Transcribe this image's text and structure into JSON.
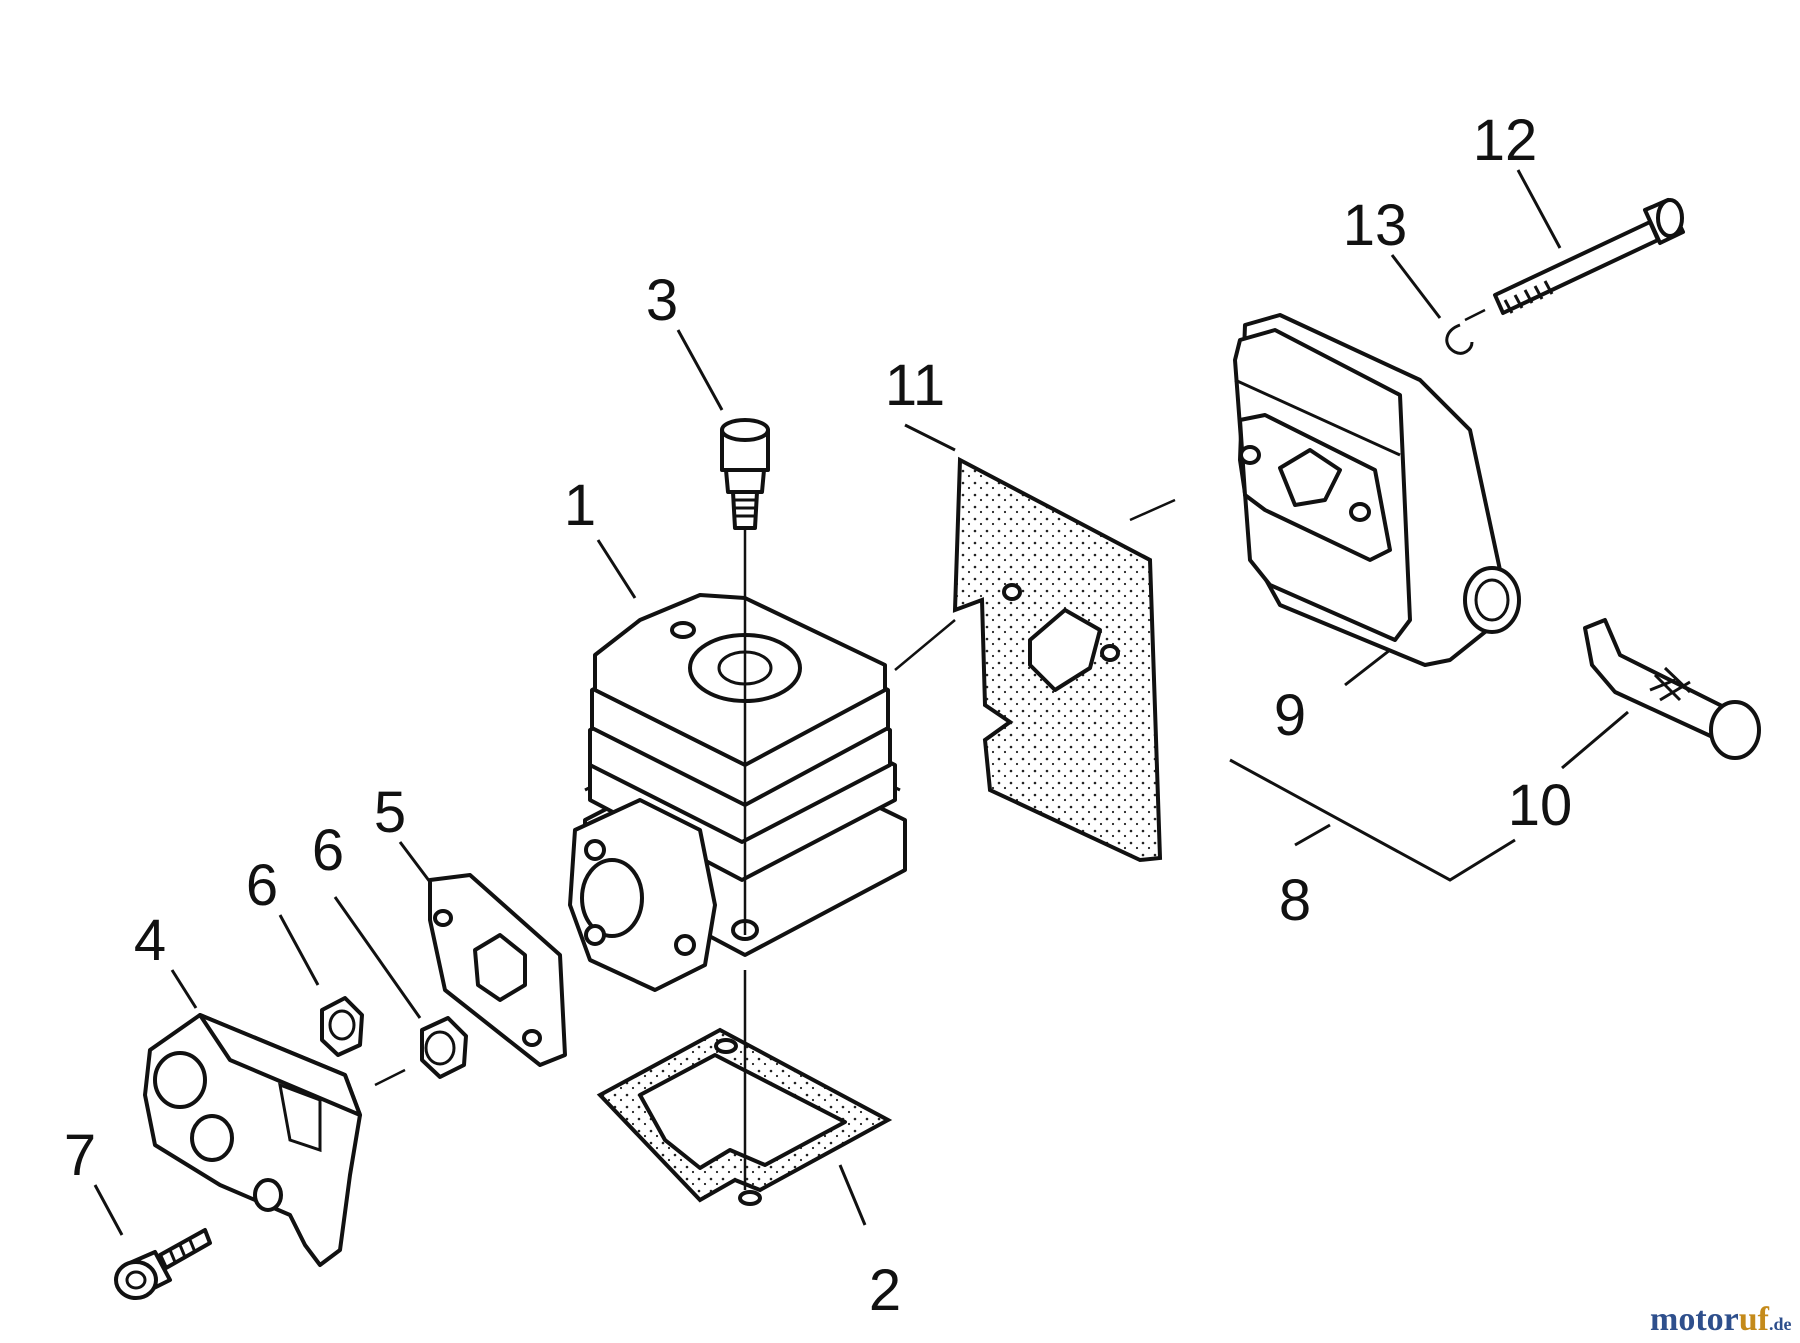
{
  "diagram": {
    "callouts": {
      "c1": "1",
      "c2": "2",
      "c3": "3",
      "c4": "4",
      "c5": "5",
      "c6a": "6",
      "c6b": "6",
      "c7": "7",
      "c8": "8",
      "c9": "9",
      "c10": "10",
      "c11": "11",
      "c12": "12",
      "c13": "13"
    },
    "colors": {
      "line": "#111111",
      "watermark_main": "#2e4f8c",
      "watermark_accent": "#c48a1a"
    }
  },
  "watermark": {
    "brand_a": "motor",
    "brand_b": "uf",
    "tld": ".de"
  }
}
